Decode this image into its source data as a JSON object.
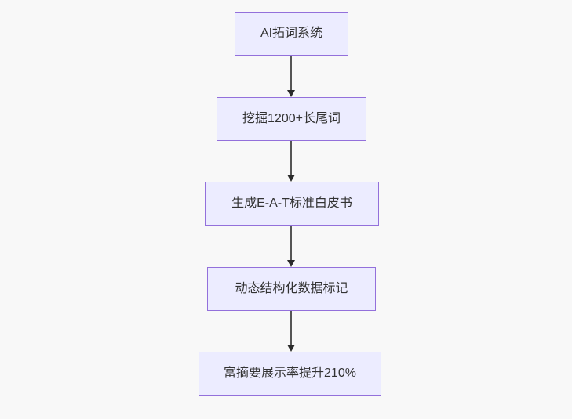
{
  "diagram": {
    "type": "flowchart",
    "direction": "top-down",
    "colors": {
      "background": "#f8f8f8",
      "node_fill": "#ECECFF",
      "node_border": "#9370DB",
      "node_text": "#333333",
      "arrow_line": "#555555",
      "arrow_head": "#2b2b2b"
    },
    "nodes": [
      {
        "label": "AI拓词系统"
      },
      {
        "label": "挖掘1200+长尾词"
      },
      {
        "label": "生成E-A-T标准白皮书"
      },
      {
        "label": "动态结构化数据标记"
      },
      {
        "label": "富摘要展示率提升210%"
      }
    ],
    "edges": [
      {
        "from": 0,
        "to": 1
      },
      {
        "from": 1,
        "to": 2
      },
      {
        "from": 2,
        "to": 3
      },
      {
        "from": 3,
        "to": 4
      }
    ]
  }
}
